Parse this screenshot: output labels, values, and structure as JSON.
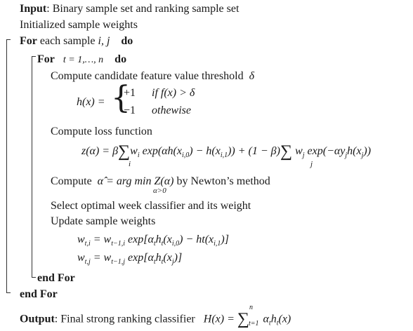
{
  "algorithm": {
    "input_label": "Input",
    "input_text": ": Binary sample set and ranking sample set",
    "init_line": "Initialized sample weights",
    "outer_for_kw": "For",
    "outer_for_text": " each sample ",
    "outer_for_vars": "i, j",
    "outer_do_kw": "do",
    "inner_for_kw": "For",
    "inner_for_range": "t = 1,…, n",
    "inner_do_kw": "do",
    "step_threshold": "Compute candidate feature value threshold",
    "threshold_symbol": "δ",
    "h_lhs": "h(x) =",
    "h_case1_val": "+1",
    "h_case1_cond": "if  f(x) > δ",
    "h_case2_val": "−1",
    "h_case2_cond": "othewise",
    "step_loss": "Compute loss function",
    "loss_eq_part1": "z(α) = β",
    "loss_sum1_index": "i",
    "loss_eq_part2": "w",
    "loss_eq_part2b": " exp(αh(x",
    "loss_eq_part3": ") − h(x",
    "loss_eq_part4": ")) + (1 − β)",
    "loss_sum2_index": "j",
    "loss_eq_part5": " w",
    "loss_eq_part6": " exp(−αy",
    "loss_eq_part7": "h(x",
    "loss_eq_part8": "))",
    "step_compute": "Compute",
    "alpha_eq": "α̂ = arg min Z(α)",
    "alpha_under": "α>0",
    "alpha_method": " by Newton’s method",
    "step_select": "Select optimal week classifier and its weight",
    "step_update": "Update sample weights",
    "update_i_eq": "w",
    "update_i_rest": " = w",
    "update_i_exp": " exp[α",
    "update_i_tail": "h",
    "update_i_tail2": "(x",
    "update_i_tail3": ") − ht(x",
    "update_i_tail4": ")]",
    "update_j_eq": "w",
    "update_j_rest": " = w",
    "update_j_exp": " exp[α",
    "update_j_tail": "h",
    "update_j_tail2": "(x",
    "update_j_tail3": ")]",
    "inner_end": "end For",
    "outer_end": "end For",
    "output_label": "Output",
    "output_text": ": Final strong ranking classifier",
    "output_eq": "H(x) = ",
    "output_sum_upper": "n",
    "output_sum_lower": "t=1",
    "output_eq_rest": "α",
    "output_eq_rest2": "h",
    "output_eq_rest3": "(x)",
    "sub": {
      "i": "i",
      "j": "j",
      "t": "t",
      "i0": "i,0",
      "i1": "i,1",
      "ti": "t,i",
      "tj": "t,j",
      "t1i": "t−1,i",
      "t1j": "t−1,j"
    }
  }
}
